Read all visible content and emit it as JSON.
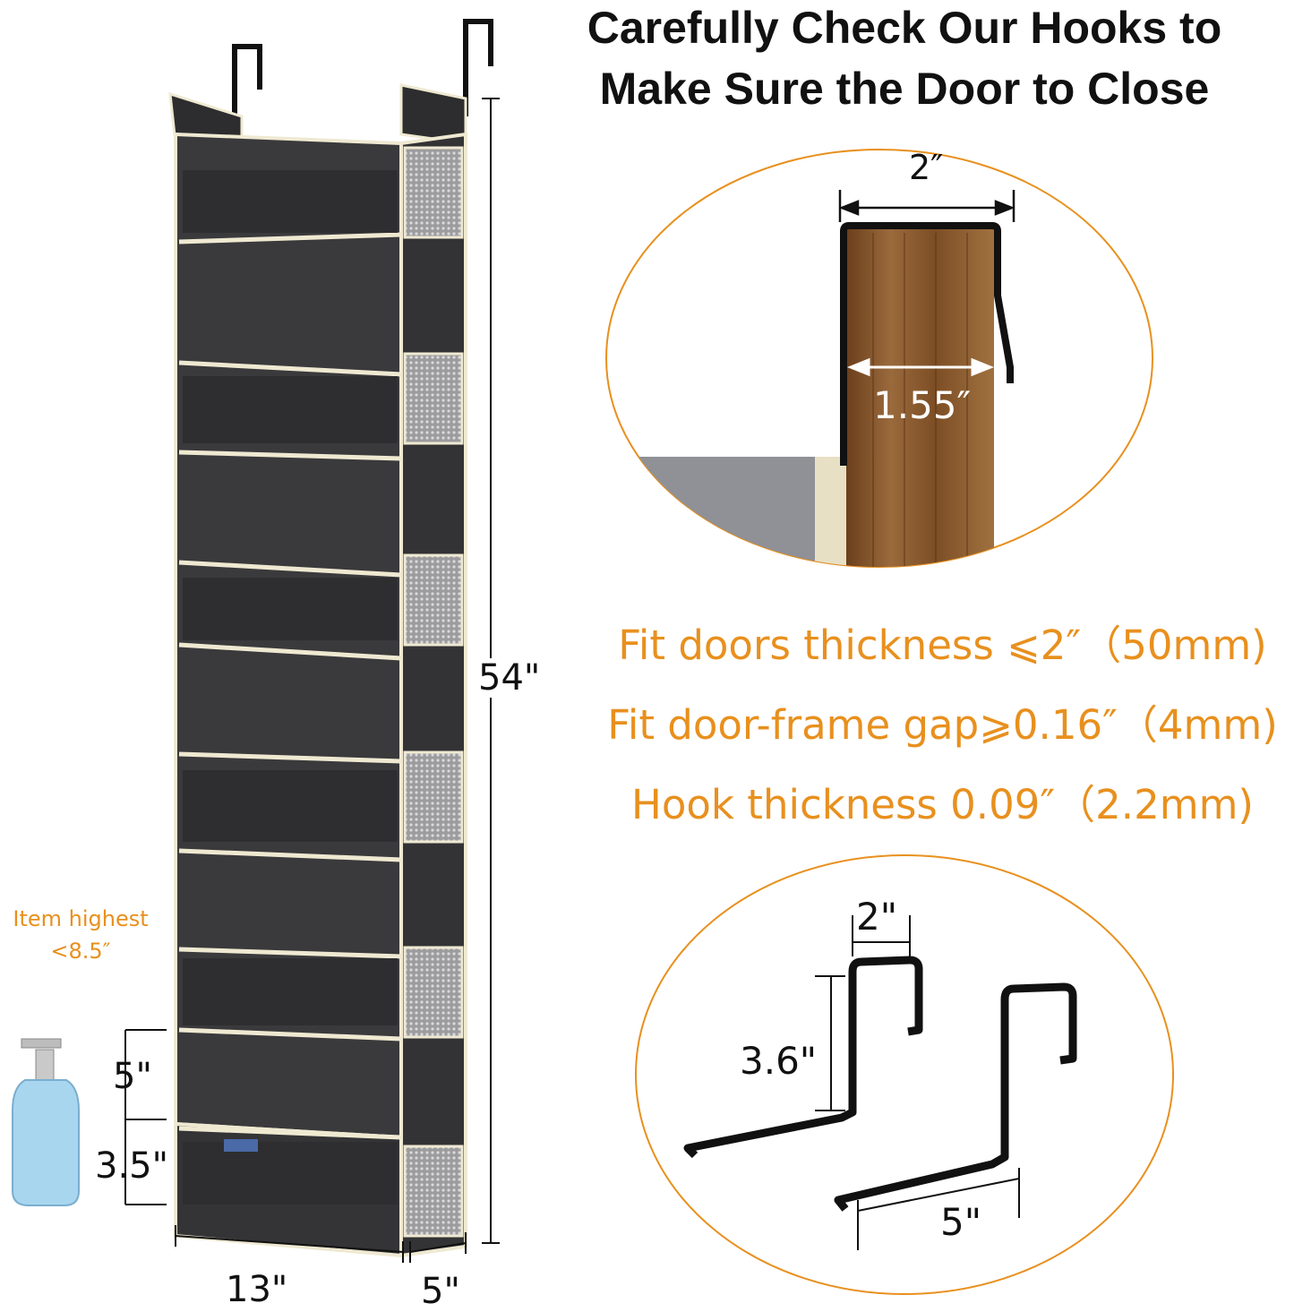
{
  "headline": {
    "line1": "Carefully Check Our Hooks to",
    "line2": "Make Sure the Door to Close"
  },
  "specs": [
    "Fit doors thickness ⩽2″（50mm)",
    "Fit door-frame gap⩾0.16″（4mm)",
    "Hook thickness 0.09″（2.2mm)"
  ],
  "organizer_dimensions": {
    "height": "54\"",
    "width": "13\"",
    "depth": "5\"",
    "pocket_height": "5\"",
    "lower_pocket_height": "3.5\""
  },
  "item_note": {
    "line1": "Item highest",
    "line2": "<8.5″"
  },
  "hook_detail": {
    "outer_width": "2″",
    "inner_width": "1.55″"
  },
  "hook_pair": {
    "width": "2\"",
    "height": "3.6\"",
    "length": "5\""
  },
  "colors": {
    "accent_orange": "#e8901e",
    "fabric_dark": "#3a3a3c",
    "trim_cream": "#efe9d2",
    "wood": "#8a5a2e"
  }
}
